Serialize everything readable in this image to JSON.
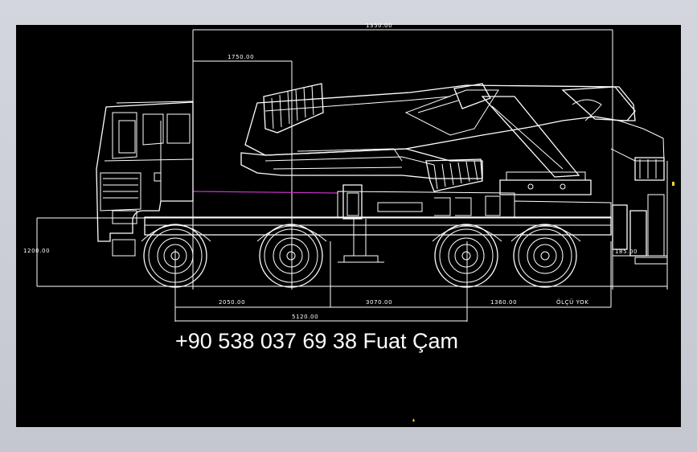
{
  "dimensions": {
    "total_length": "1350.00",
    "boom_offset": "1750.00",
    "height": "1200.00",
    "front_axle": "2050.00",
    "axle_spacing": "3070.00",
    "rear_overhang": "1360.00",
    "wheelbase_total": "5120.00",
    "outrigger": "185.00",
    "note": "ÖLÇÜ YOK"
  },
  "contact": "+90 538 037 69 38 Fuat Çam",
  "colors": {
    "background": "#000000",
    "lines": "#ffffff",
    "reference_line": "#cc33cc",
    "marker": "#ffd23a"
  }
}
